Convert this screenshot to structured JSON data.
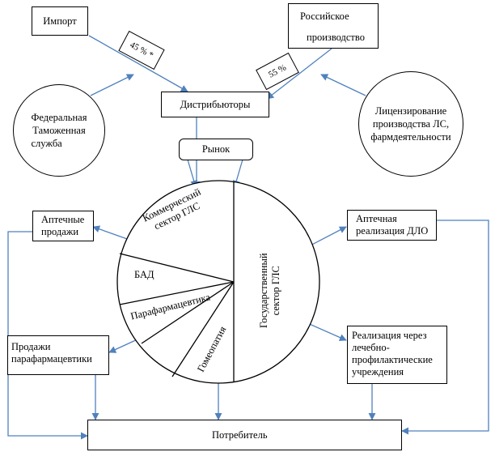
{
  "nodes": {
    "import": "Импорт",
    "russian_production_line1": "Российское",
    "russian_production_line2": "производство",
    "distributors": "Дистрибьюторы",
    "customs_line1": "Федеральная",
    "customs_line2": "Таможенная",
    "customs_line3": "служба",
    "licensing_line1": "Лицензирование",
    "licensing_line2": "производства ЛС,",
    "licensing_line3": "фармдеятельности",
    "market": "Рынок",
    "pharmacy_sales_line1": "Аптечные",
    "pharmacy_sales_line2": "продажи",
    "parapharm_sales_line1": "Продажи",
    "parapharm_sales_line2": "парафармацевтики",
    "dlo_line1": "Аптечная",
    "dlo_line2": "реализация ДЛО",
    "institutions_line1": "Реализация через",
    "institutions_line2": "лечебно-",
    "institutions_line3": "профилактические",
    "institutions_line4": "учреждения",
    "consumer": "Потребитель"
  },
  "shares": {
    "import_share": "45 % *",
    "russian_share": "55 %"
  },
  "segments": {
    "commercial_line1": "Коммерческий",
    "commercial_line2": "сектор ГЛС",
    "bad": "БАД",
    "parapharmaceutics": "Парафармацевтика",
    "homeopathy": "Гомеопатия",
    "state_line1": "Государственный",
    "state_line2": "сектор ГЛС"
  },
  "colors": {
    "arrow": "#4f81bd",
    "outline": "#000000"
  }
}
